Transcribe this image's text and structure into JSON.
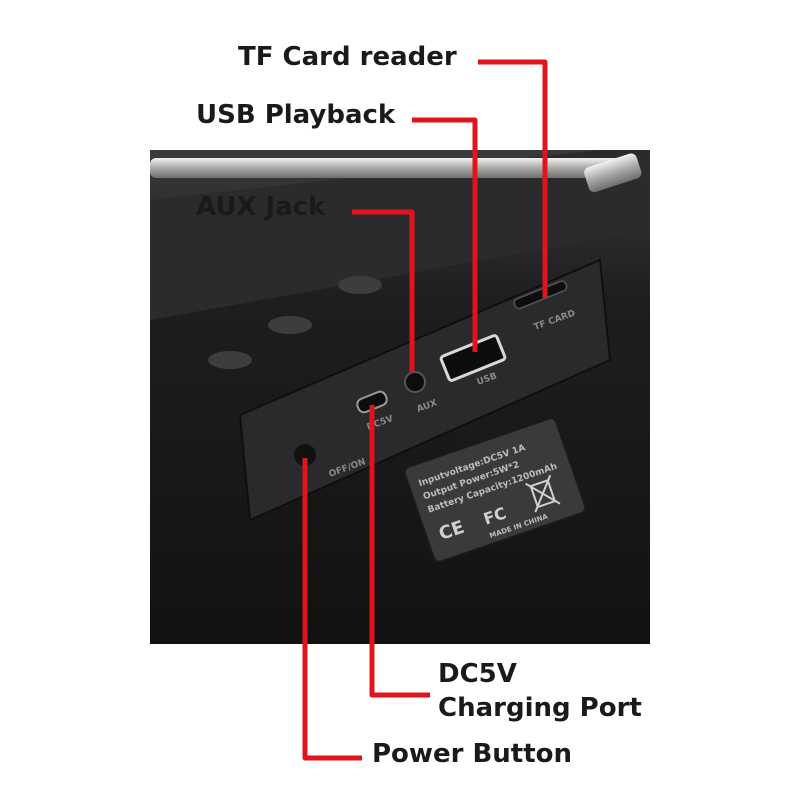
{
  "callouts": {
    "tf_card": "TF Card reader",
    "usb": "USB Playback",
    "aux": "AUX Jack",
    "dc5v_line1": "DC5V",
    "dc5v_line2": "Charging Port",
    "power": "Power Button"
  },
  "panel_print": {
    "tf": "TF CARD",
    "usb": "USB",
    "aux": "AUX",
    "dc": "DC5V",
    "power": "OFF/ON"
  },
  "label_plate": {
    "line1": "Inputvoltage:DC5V 1A",
    "line2": "Output Power:5W*2",
    "line3": "Battery Capacity:1200mAh",
    "ce": "CE",
    "fc": "FC",
    "made_in": "MADE IN CHINA"
  },
  "colors": {
    "leader": "#e0141b",
    "body": "#1c1c1e",
    "panel": "#2a2a2c",
    "antenna": "#c9c9c9",
    "text": "#1a1a1a"
  }
}
